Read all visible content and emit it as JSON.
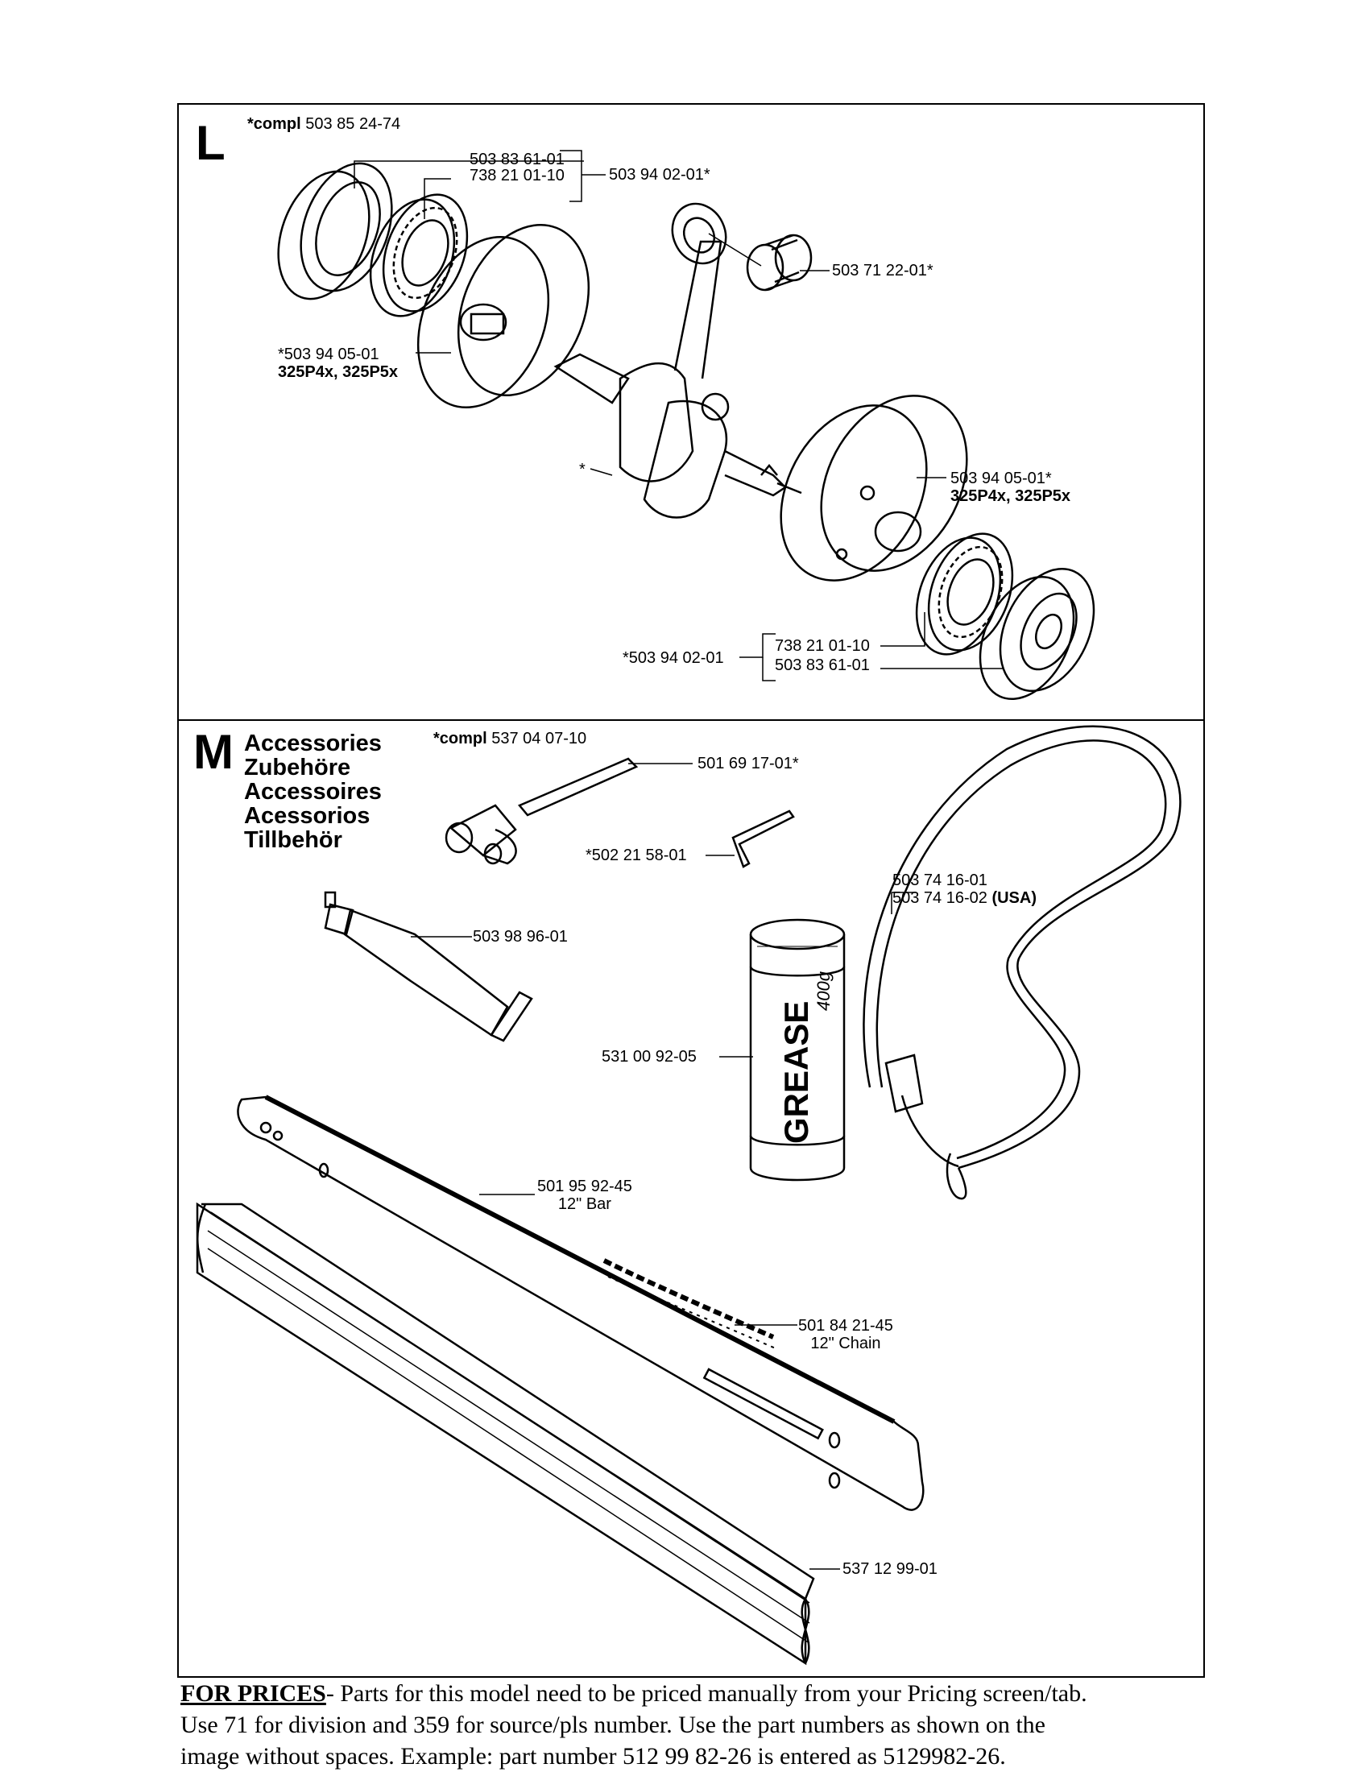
{
  "section_l": {
    "letter": "L",
    "compl": {
      "prefix": "*compl",
      "number": "503 85 24-74"
    },
    "labels": {
      "bearing_top_a": "503 83 61-01",
      "bearing_top_b": "738 21 01-10",
      "kit_top": "503 94 02-01*",
      "needle_bearing": "503 71 22-01*",
      "flywheel_left_num": "*503 94 05-01",
      "flywheel_left_models": "325P4x, 325P5x",
      "crank_star": "*",
      "flywheel_right_num": "503 94 05-01*",
      "flywheel_right_models": "325P4x, 325P5x",
      "kit_bottom": "*503 94 02-01",
      "bearing_bottom_a": "738 21 01-10",
      "bearing_bottom_b": "503 83 61-01"
    }
  },
  "section_m": {
    "letter": "M",
    "titles": [
      "Accessories",
      "Zubehöre",
      "Accessoires",
      "Acessorios",
      "Tillbehör"
    ],
    "compl": {
      "prefix": "*compl",
      "number": "537 04 07-10"
    },
    "labels": {
      "wrench": "501 69 17-01*",
      "hex_key": "*502 21 58-01",
      "strap_a": "503 74 16-01",
      "strap_b_num": "503 74 16-02",
      "strap_b_region": "(USA)",
      "tube": "503 98 96-01",
      "grease_num": "531 00 92-05",
      "grease_text": "GREASE",
      "grease_weight": "400g",
      "bar_num": "501 95 92-45",
      "bar_desc": "12\" Bar",
      "chain_num": "501 84 21-45",
      "chain_desc": "12\" Chain",
      "guard": "537 12 99-01"
    }
  },
  "footer": {
    "heading": "FOR PRICES",
    "line1": "- Parts for this model need to be priced manually from your Pricing screen/tab.",
    "line2": "Use 71 for division and 359 for source/pls number.   Use the part numbers as shown on the",
    "line3": "image without spaces.  Example: part number 512 99 82-26 is entered as 5129982-26."
  }
}
